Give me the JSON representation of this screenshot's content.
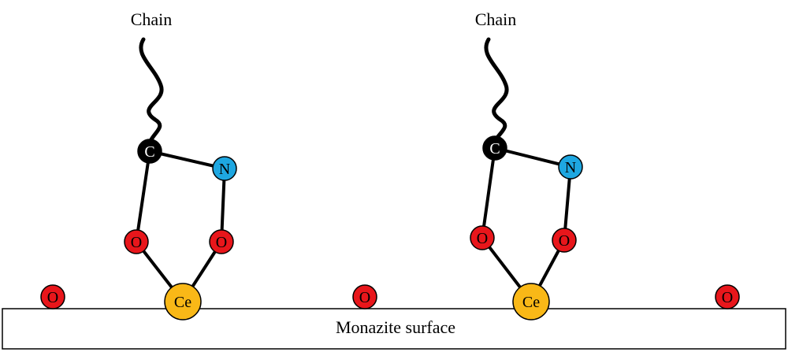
{
  "surface": {
    "label": "Monazite surface"
  },
  "colors": {
    "carbon": "#000000",
    "nitrogen": "#1EA7E1",
    "oxygen": "#E8161B",
    "cerium": "#F9B817",
    "surface_fill": "#ffffff"
  },
  "molecules": [
    {
      "chain_label": "Chain",
      "atoms": {
        "carbon": "C",
        "nitrogen": "N",
        "oxygen_left": "O",
        "oxygen_right": "O",
        "cerium": "Ce"
      }
    },
    {
      "chain_label": "Chain",
      "atoms": {
        "carbon": "C",
        "nitrogen": "N",
        "oxygen_left": "O",
        "oxygen_right": "O",
        "cerium": "Ce"
      }
    }
  ],
  "surface_oxygens": [
    "O",
    "O",
    "O"
  ]
}
